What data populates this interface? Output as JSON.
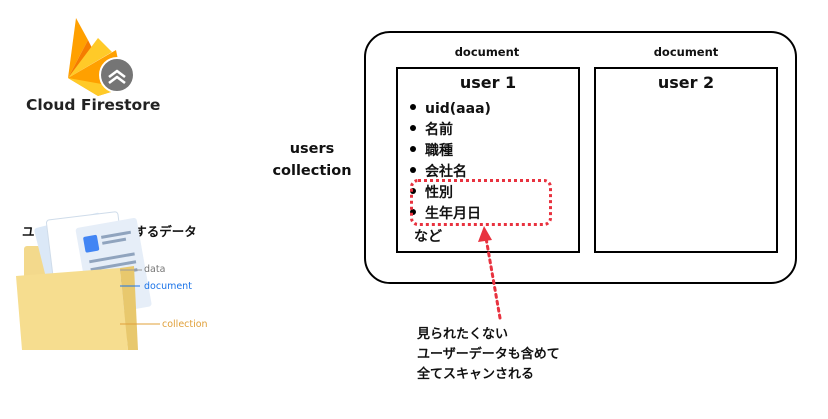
{
  "logo": {
    "title": "Cloud Firestore"
  },
  "folder": {
    "caption": "ユーザーや記事に関するデータ",
    "legend": {
      "data": "data",
      "document": "document",
      "collection": "collection"
    },
    "colors": {
      "data": "#777777",
      "document": "#1a73e8",
      "collection": "#e0a03a"
    }
  },
  "collection_label": "users\ncollection",
  "documents": [
    {
      "label": "document",
      "title": "user 1",
      "fields": [
        "uid(aaa)",
        "名前",
        "職種",
        "会社名",
        "性別",
        "生年月日"
      ],
      "more": "など"
    },
    {
      "label": "document",
      "title": "user 2",
      "fields": [],
      "more": ""
    }
  ],
  "note": "見られたくない\nユーザーデータも含めて\n全てスキャンされる",
  "colors": {
    "highlight": "#e8323f",
    "firebase_orange": "#f5820d",
    "firebase_yellow": "#ffca28",
    "folder": "#f6dd8f"
  }
}
